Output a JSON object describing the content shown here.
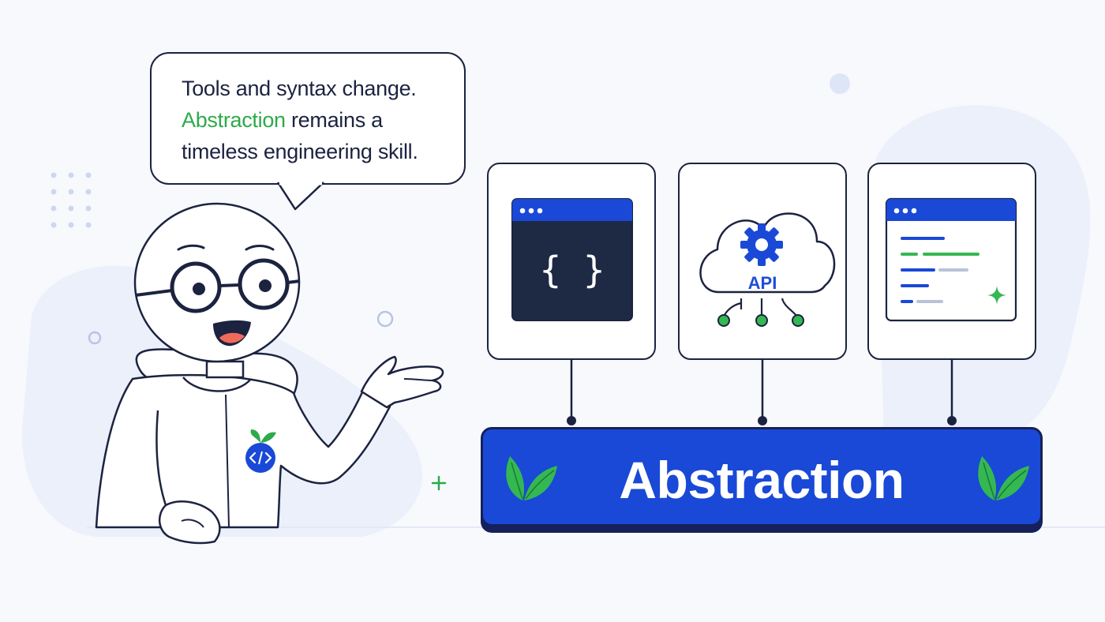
{
  "speech_bubble": {
    "line1": "Tools and syntax change.",
    "line2_highlight": "Abstraction",
    "line2_rest": " remains a",
    "line3": "timeless engineering skill."
  },
  "cards": {
    "code_editor": {
      "glyph": "{ }"
    },
    "api_cloud": {
      "label": "API"
    },
    "document_view": {}
  },
  "abstraction_bar": {
    "label": "Abstraction"
  },
  "colors": {
    "navy": "#1c2340",
    "blue": "#1949d6",
    "green": "#2daa4a",
    "background": "#f7f9fd"
  }
}
